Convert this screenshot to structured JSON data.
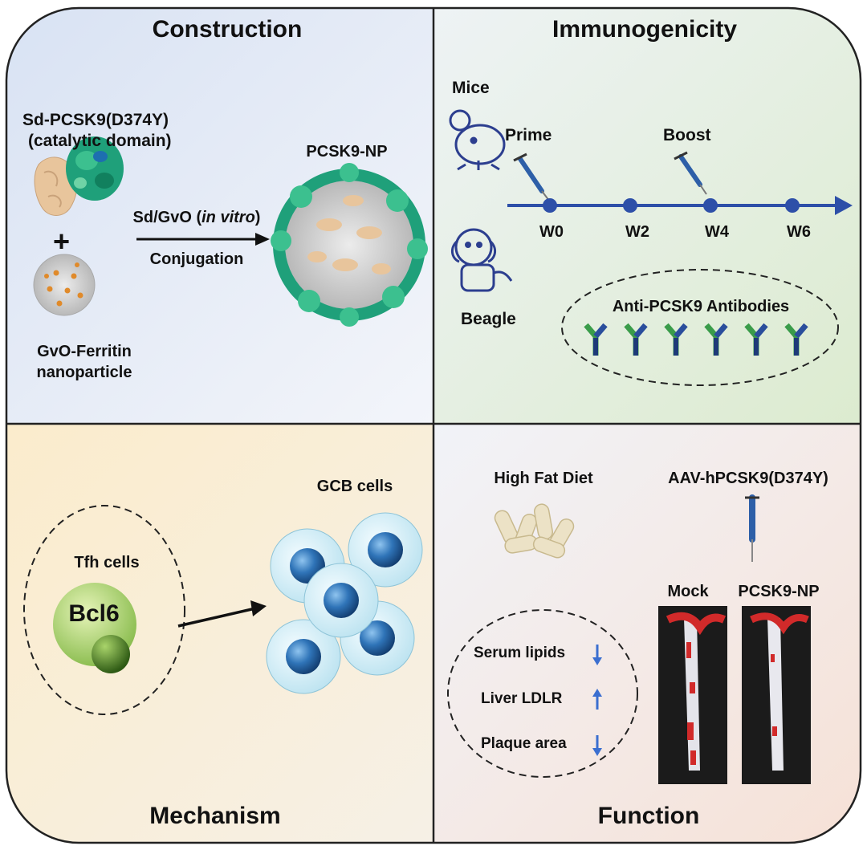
{
  "panels": {
    "construction": {
      "title": "Construction",
      "antigen_name": "Sd-PCSK9(D374Y)",
      "antigen_subtitle": "(catalytic domain)",
      "plus_sign": "+",
      "carrier_name_line1": "GvO-Ferritin",
      "carrier_name_line2": "nanoparticle",
      "reaction_prefix": "Sd/GvO (",
      "reaction_italic": "in vitro",
      "reaction_suffix": ")",
      "reaction_label2": "Conjugation",
      "product_name": "PCSK9-NP"
    },
    "immunogenicity": {
      "title": "Immunogenicity",
      "species1": "Mice",
      "species2": "Beagle",
      "prime_label": "Prime",
      "boost_label": "Boost",
      "timepoints": [
        "W0",
        "W2",
        "W4",
        "W6"
      ],
      "antibody_label": "Anti-PCSK9 Antibodies",
      "antibody_count": 6
    },
    "mechanism": {
      "title": "Mechanism",
      "tfh_label": "Tfh cells",
      "marker_label": "Bcl6",
      "gcb_label": "GCB cells"
    },
    "function": {
      "title": "Function",
      "diet_label": "High Fat Diet",
      "model_label": "AAV-hPCSK9(D374Y)",
      "group1": "Mock",
      "group2": "PCSK9-NP",
      "outcomes": [
        {
          "label": "Serum lipids",
          "direction": "down"
        },
        {
          "label": "Liver LDLR",
          "direction": "up"
        },
        {
          "label": "Plaque area",
          "direction": "down"
        }
      ]
    }
  },
  "colors": {
    "construction_bg": "#e3e9f6",
    "immunogenicity_bg": "#e6f0dc",
    "mechanism_bg": "#fbf0d8",
    "function_bg": "#f8e5dc",
    "timeline": "#2d4fa8",
    "arrow_blue": "#3b6fd0",
    "protein_green": "#1fa07a",
    "protein_tan": "#e8c59c"
  }
}
